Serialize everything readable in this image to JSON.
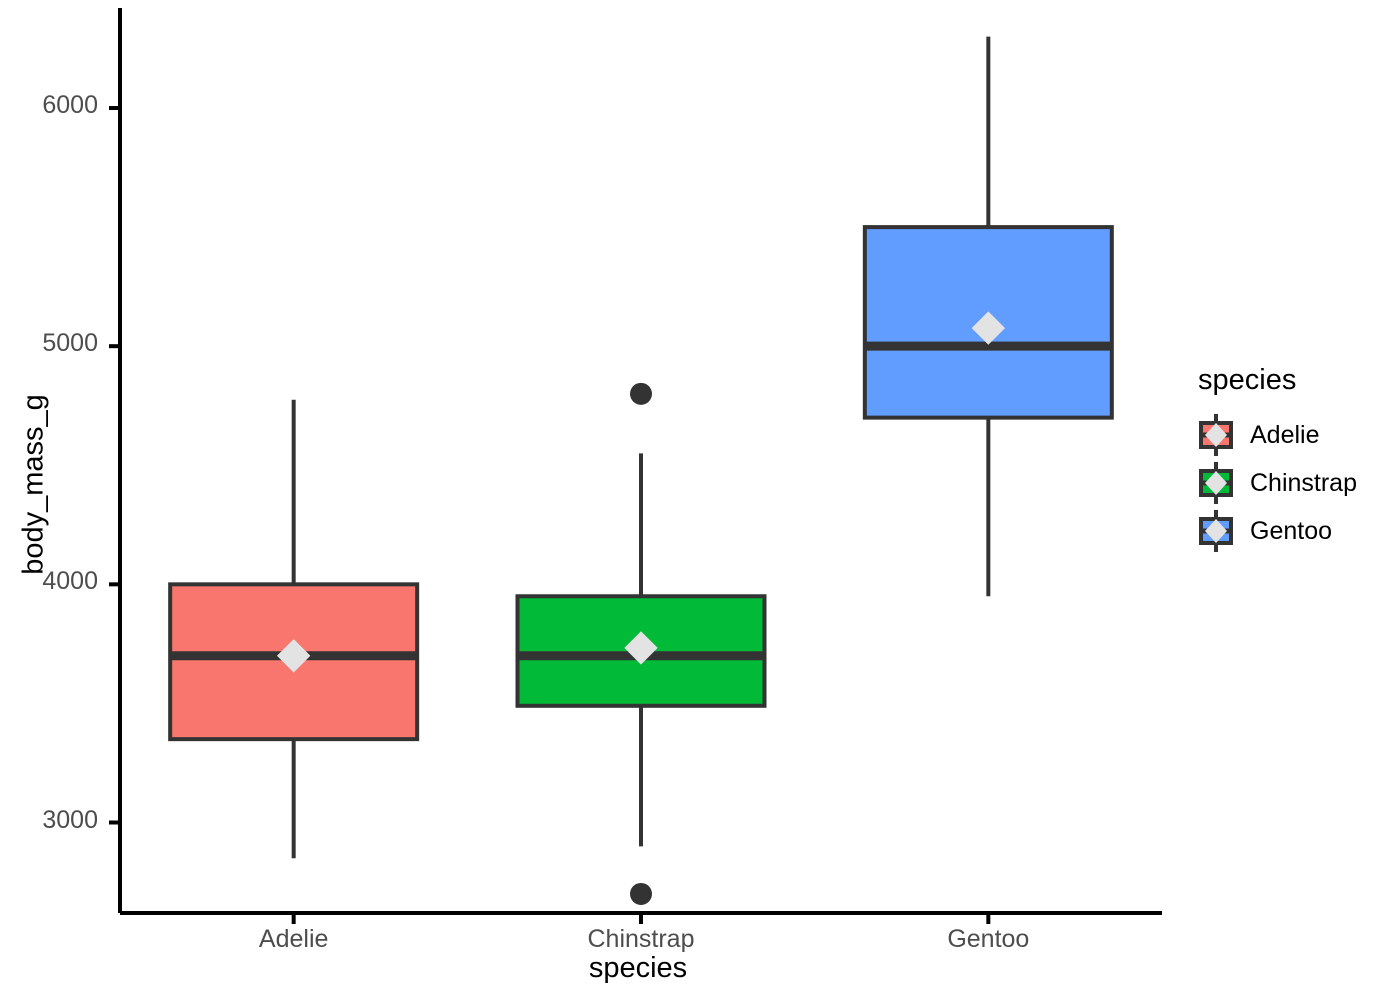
{
  "chart_data": {
    "type": "box",
    "title": "",
    "xlabel": "species",
    "ylabel": "body_mass_g",
    "categories": [
      "Adelie",
      "Chinstrap",
      "Gentoo"
    ],
    "ylim": [
      2620,
      6420
    ],
    "yticks": [
      3000,
      4000,
      5000,
      6000
    ],
    "ytick_labels": [
      "3000",
      "4000",
      "5000",
      "6000"
    ],
    "grid": false,
    "legend": {
      "title": "species",
      "position": "right",
      "entries": [
        {
          "label": "Adelie",
          "color": "#F8766D"
        },
        {
          "label": "Chinstrap",
          "color": "#00BA38"
        },
        {
          "label": "Gentoo",
          "color": "#619CFF"
        }
      ]
    },
    "boxes": [
      {
        "name": "Adelie",
        "color": "#F8766D",
        "whisker_low": 2850,
        "q1": 3350,
        "median": 3700,
        "q3": 4000,
        "whisker_high": 4775,
        "mean": 3700,
        "outliers": []
      },
      {
        "name": "Chinstrap",
        "color": "#00BA38",
        "whisker_low": 2900,
        "q1": 3490,
        "median": 3700,
        "q3": 3950,
        "whisker_high": 4550,
        "mean": 3733,
        "outliers": [
          4800,
          2700
        ]
      },
      {
        "name": "Gentoo",
        "color": "#619CFF",
        "whisker_low": 3950,
        "q1": 4700,
        "median": 5000,
        "q3": 5500,
        "whisker_high": 6300,
        "mean": 5076,
        "outliers": []
      }
    ],
    "style": {
      "line_color": "#333333",
      "mean_marker": "diamond",
      "mean_marker_color": "#E3E3E3",
      "outlier_marker": "circle",
      "outlier_color": "#333333",
      "axis_color": "#000000",
      "background": "#FFFFFF"
    }
  }
}
